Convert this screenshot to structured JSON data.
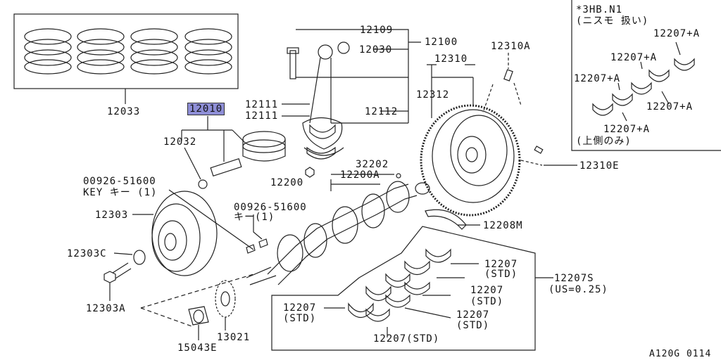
{
  "colors": {
    "highlight": "#8e8ed6",
    "ink": "#111111",
    "background": "#ffffff"
  },
  "labels": {
    "p12033": "12033",
    "p12010": "12010",
    "p12032": "12032",
    "p00926_key": "00926-51600",
    "key_note": "KEY キー (1)",
    "p12303": "12303",
    "p12303C": "12303C",
    "p12303A": "12303A",
    "p15043E": "15043E",
    "p13021": "13021",
    "p00926_b": "00926-51600",
    "key_note_b": "キー(1)",
    "p12109": "12109",
    "p12100": "12100",
    "p12030": "12030",
    "p12111a": "12111",
    "p12111b": "12111",
    "p12112": "12112",
    "p32202": "32202",
    "p12200A": "12200A",
    "p12200": "12200",
    "p12310": "12310",
    "p12310A": "12310A",
    "p12312": "12312",
    "p12310E": "12310E",
    "p12208M": "12208M",
    "p12207_1": "12207",
    "std_1": "(STD)",
    "p12207_2": "12207",
    "std_2": "(STD)",
    "p12207_3": "12207",
    "std_3": "(STD)",
    "p12207_4": "12207",
    "std_4": "(STD)",
    "p12207_std": "12207(STD)",
    "p12207S": "12207S",
    "us_note": "(US=0.25)",
    "inset_title": "*3HB.N1",
    "inset_sub": "(ニスモ 扱い)",
    "inset_a1": "12207+A",
    "inset_a2": "12207+A",
    "inset_a3": "12207+A",
    "inset_a4": "12207+A",
    "inset_a5": "12207+A",
    "inset_note": "(上側のみ)",
    "figure_code": "A120G 0114"
  }
}
